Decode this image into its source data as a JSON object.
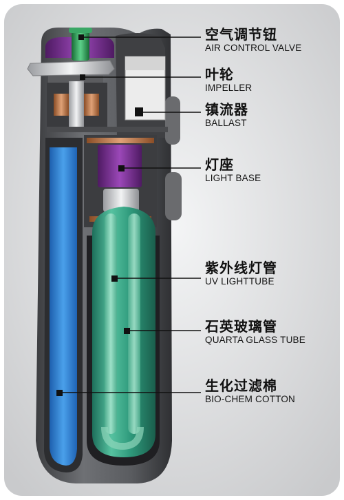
{
  "callouts": [
    {
      "zh": "空气调节钮",
      "en": "AIR CONTROL VALVE"
    },
    {
      "zh": "叶轮",
      "en": "IMPELLER"
    },
    {
      "zh": "镇流器",
      "en": "BALLAST"
    },
    {
      "zh": "灯座",
      "en": "LIGHT BASE"
    },
    {
      "zh": "紫外线灯管",
      "en": "UV LIGHTTUBE"
    },
    {
      "zh": "石英玻璃管",
      "en": "QUARTA GLASS TUBE"
    },
    {
      "zh": "生化过滤棉",
      "en": "BIO-CHEM COTTON"
    }
  ],
  "colors": {
    "background": "#d8d9db",
    "housing": "#5a5c60",
    "filter_cotton": "#2f7fd0",
    "glass_tube": "#2f9a7c",
    "light_base": "#7b2f93",
    "knob": "#2e8a4e",
    "copper": "#c07b4a",
    "leader_line": "#111111"
  }
}
